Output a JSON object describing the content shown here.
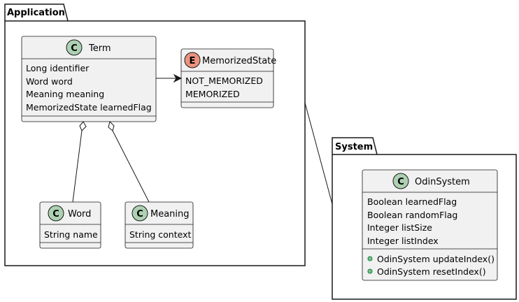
{
  "packages": {
    "application": {
      "title": "Application"
    },
    "system": {
      "title": "System"
    }
  },
  "classes": {
    "term": {
      "stereotype": "C",
      "name": "Term",
      "attributes": [
        "Long identifier",
        "Word word",
        "Meaning meaning",
        "MemorizedState learnedFlag"
      ]
    },
    "memorized_state": {
      "stereotype": "E",
      "name": "MemorizedState",
      "attributes": [
        "NOT_MEMORIZED",
        "MEMORIZED"
      ]
    },
    "word": {
      "stereotype": "C",
      "name": "Word",
      "attributes": [
        "String name"
      ]
    },
    "meaning": {
      "stereotype": "C",
      "name": "Meaning",
      "attributes": [
        "String context"
      ]
    },
    "odin_system": {
      "stereotype": "C",
      "name": "OdinSystem",
      "attributes": [
        "Boolean learnedFlag",
        "Boolean randomFlag",
        "Integer listSize",
        "Integer listIndex"
      ],
      "methods": [
        "OdinSystem updateIndex()",
        "OdinSystem resetIndex()"
      ]
    }
  },
  "colors": {
    "class_fill": "#F1F1F1",
    "border": "#181818",
    "class_circle": "#ADD1B2",
    "enum_circle": "#EB937F",
    "method_dot": "#84BE84"
  }
}
